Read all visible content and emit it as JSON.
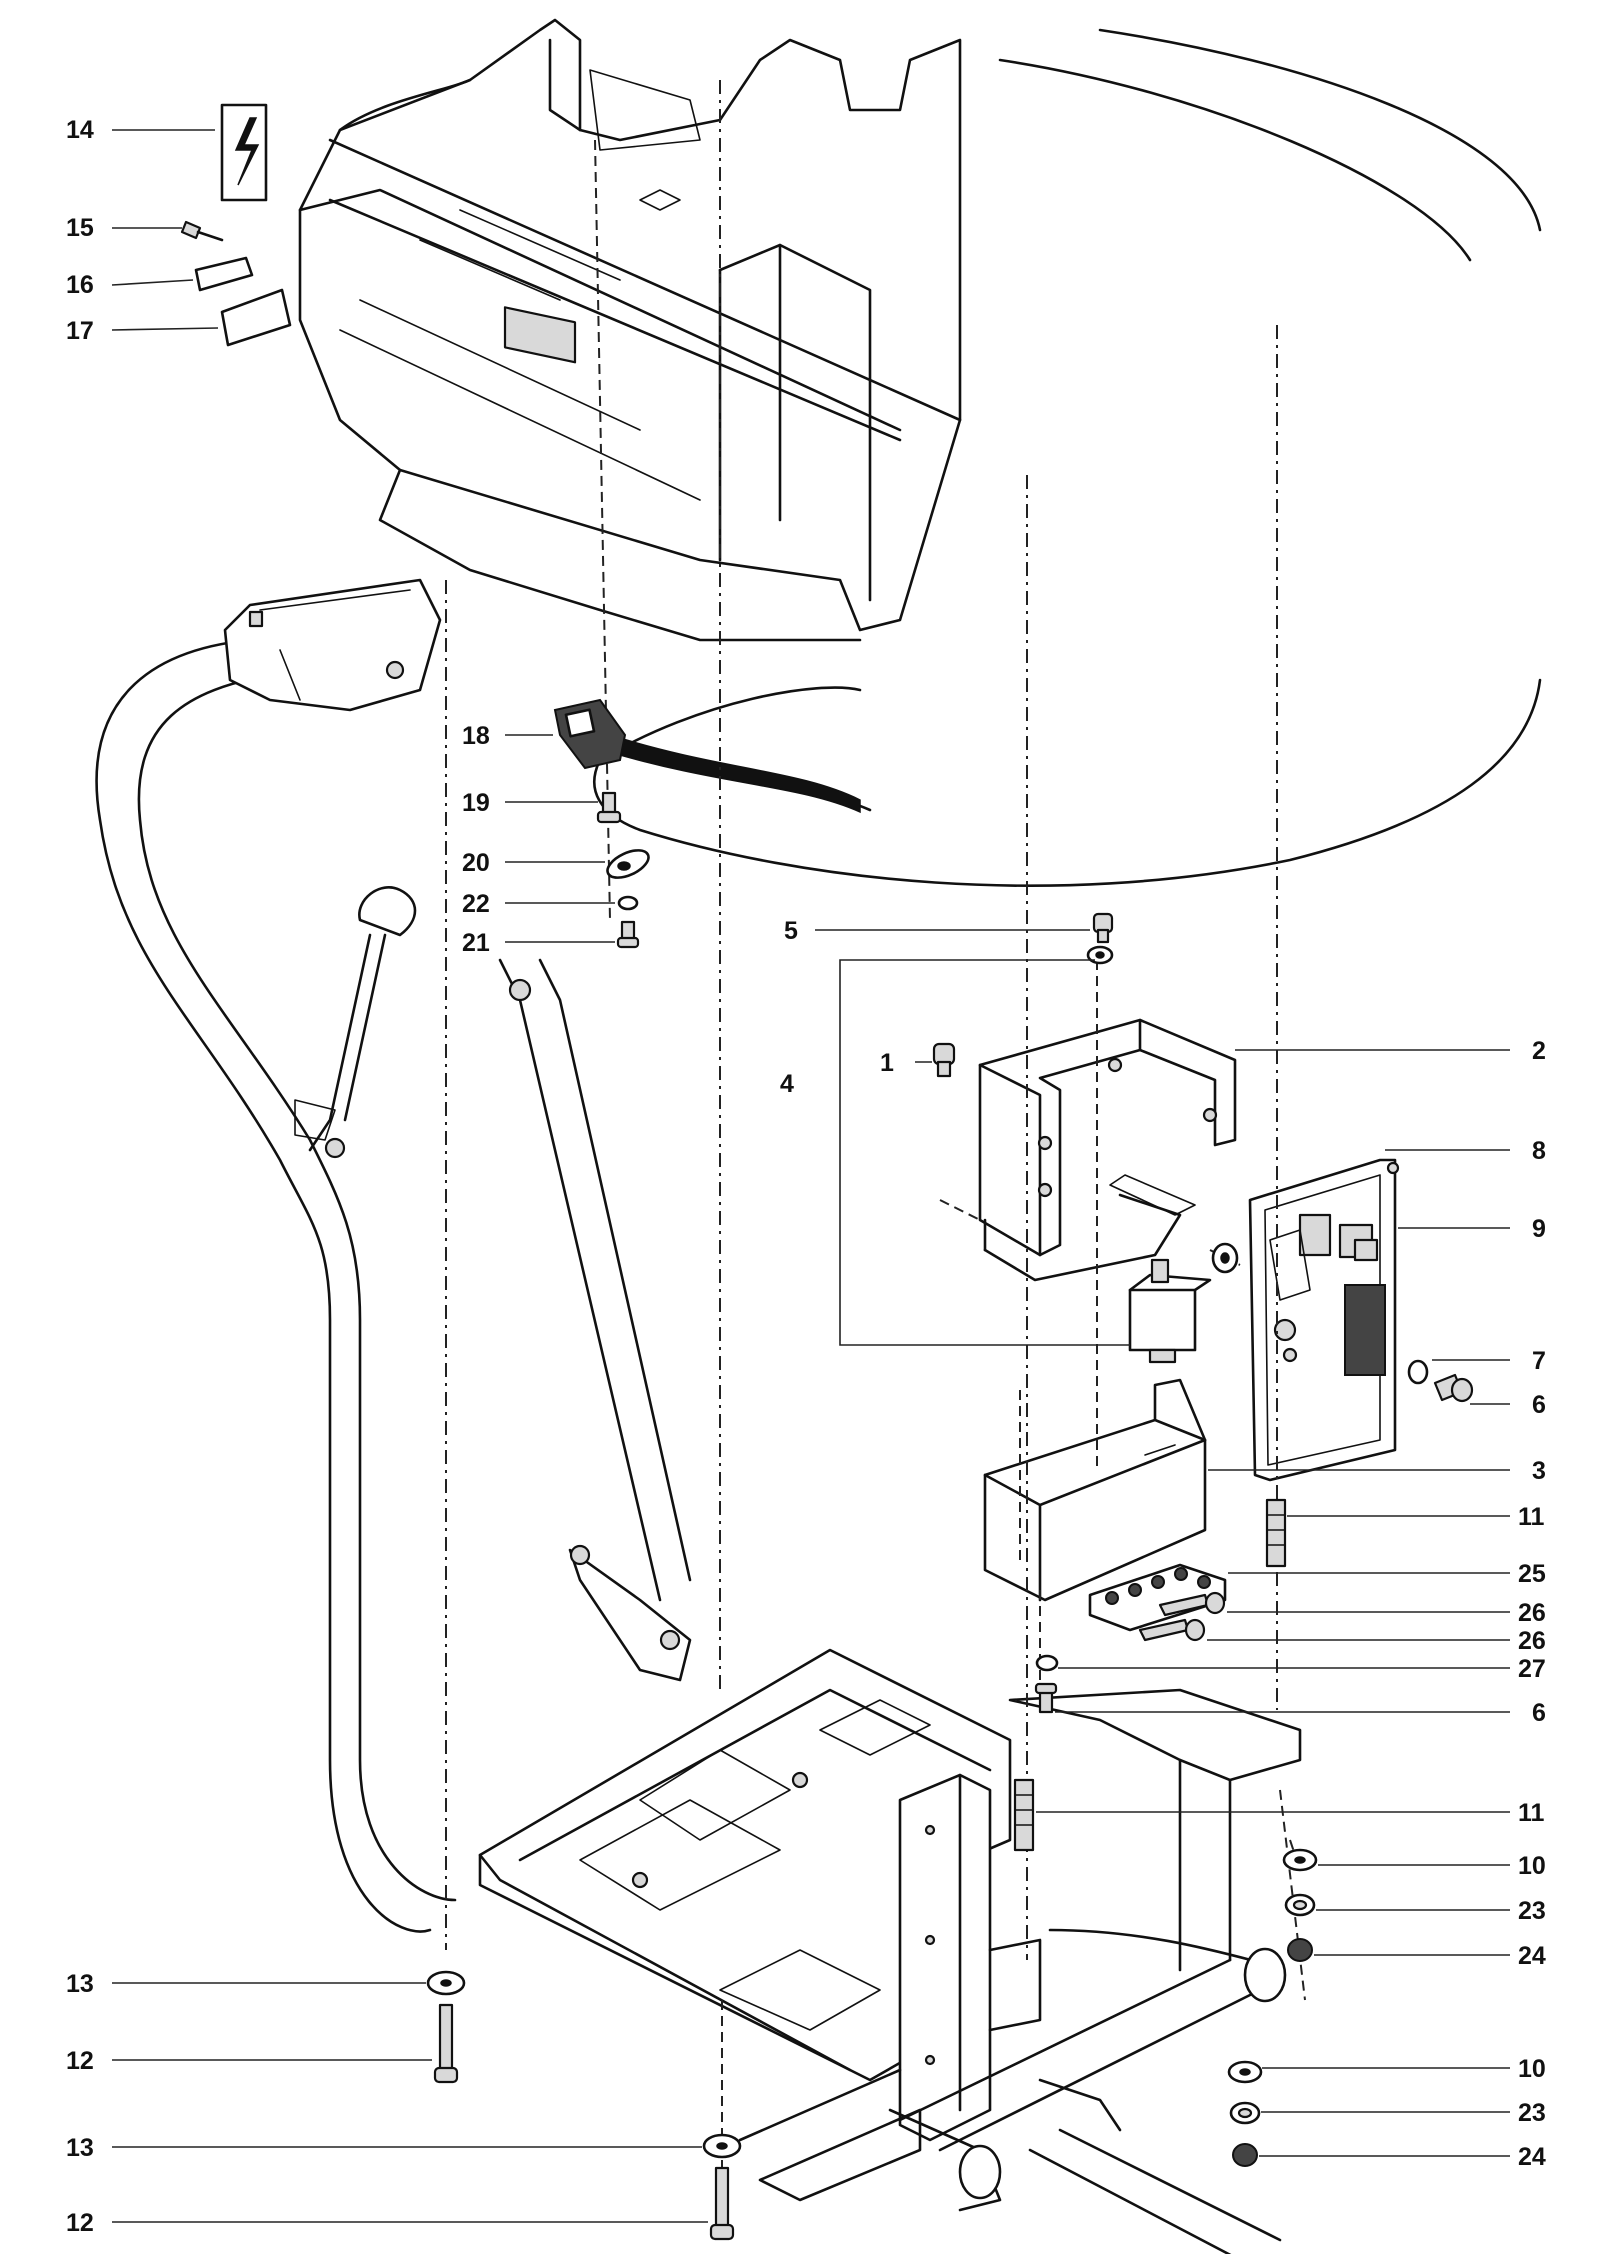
{
  "diagram": {
    "type": "exploded-parts-view",
    "callouts": [
      {
        "id": "c14",
        "label": "14"
      },
      {
        "id": "c15",
        "label": "15"
      },
      {
        "id": "c16",
        "label": "16"
      },
      {
        "id": "c17",
        "label": "17"
      },
      {
        "id": "c18",
        "label": "18"
      },
      {
        "id": "c19",
        "label": "19"
      },
      {
        "id": "c20",
        "label": "20"
      },
      {
        "id": "c22",
        "label": "22"
      },
      {
        "id": "c21",
        "label": "21"
      },
      {
        "id": "c5",
        "label": "5"
      },
      {
        "id": "c4",
        "label": "4"
      },
      {
        "id": "c2",
        "label": "2"
      },
      {
        "id": "c1",
        "label": "1"
      },
      {
        "id": "c8",
        "label": "8"
      },
      {
        "id": "c9",
        "label": "9"
      },
      {
        "id": "c7",
        "label": "7"
      },
      {
        "id": "c6a",
        "label": "6"
      },
      {
        "id": "c3",
        "label": "3"
      },
      {
        "id": "c11a",
        "label": "11"
      },
      {
        "id": "c25",
        "label": "25"
      },
      {
        "id": "c26a",
        "label": "26"
      },
      {
        "id": "c26b",
        "label": "26"
      },
      {
        "id": "c27",
        "label": "27"
      },
      {
        "id": "c6b",
        "label": "6"
      },
      {
        "id": "c11b",
        "label": "11"
      },
      {
        "id": "c10a",
        "label": "10"
      },
      {
        "id": "c23a",
        "label": "23"
      },
      {
        "id": "c24a",
        "label": "24"
      },
      {
        "id": "c13a",
        "label": "13"
      },
      {
        "id": "c12a",
        "label": "12"
      },
      {
        "id": "c10b",
        "label": "10"
      },
      {
        "id": "c23b",
        "label": "23"
      },
      {
        "id": "c24b",
        "label": "24"
      },
      {
        "id": "c13b",
        "label": "13"
      },
      {
        "id": "c12b",
        "label": "12"
      }
    ],
    "icons": {
      "warning_decal": "lightning-bolt-decal-icon"
    }
  }
}
